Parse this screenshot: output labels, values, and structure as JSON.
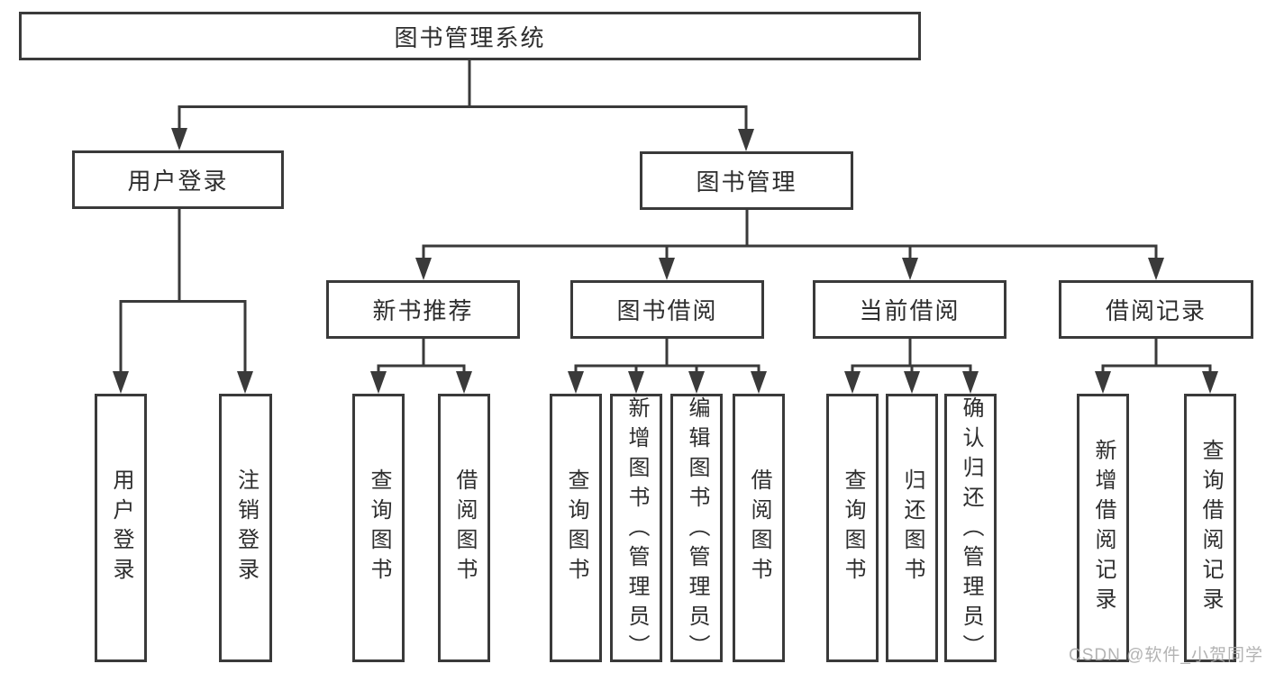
{
  "tree": {
    "root": "图书管理系统",
    "branches": [
      {
        "label": "用户登录",
        "leaves": [
          "用户登录",
          "注销登录"
        ]
      },
      {
        "label": "图书管理",
        "groups": [
          {
            "label": "新书推荐",
            "leaves": [
              "查询图书",
              "借阅图书"
            ]
          },
          {
            "label": "图书借阅",
            "leaves": [
              "查询图书",
              "新增图书（管理员）",
              "编辑图书（管理员）",
              "借阅图书"
            ]
          },
          {
            "label": "当前借阅",
            "leaves": [
              "查询图书",
              "归还图书",
              "确认归还（管理员）"
            ]
          },
          {
            "label": "借阅记录",
            "leaves": [
              "新增借阅记录",
              "查询借阅记录"
            ]
          }
        ]
      }
    ]
  },
  "watermark": "CSDN @软件_小贺同学",
  "colors": {
    "line": "#3a3a3a",
    "text": "#2d2d2d",
    "watermark": "#a8a8a8",
    "background": "#ffffff"
  }
}
